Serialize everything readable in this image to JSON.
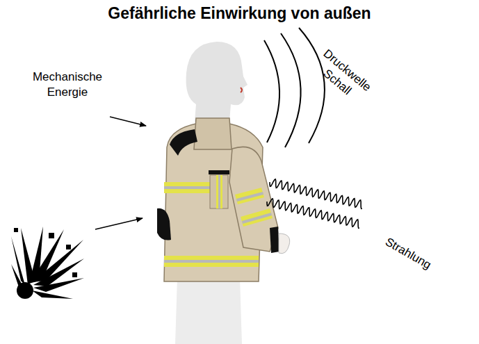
{
  "diagram": {
    "title": "Gefährliche Einwirkung von außen",
    "labels": [
      "Mechanische Energie",
      "Druckwelle Schall",
      "Strahlung"
    ]
  }
}
